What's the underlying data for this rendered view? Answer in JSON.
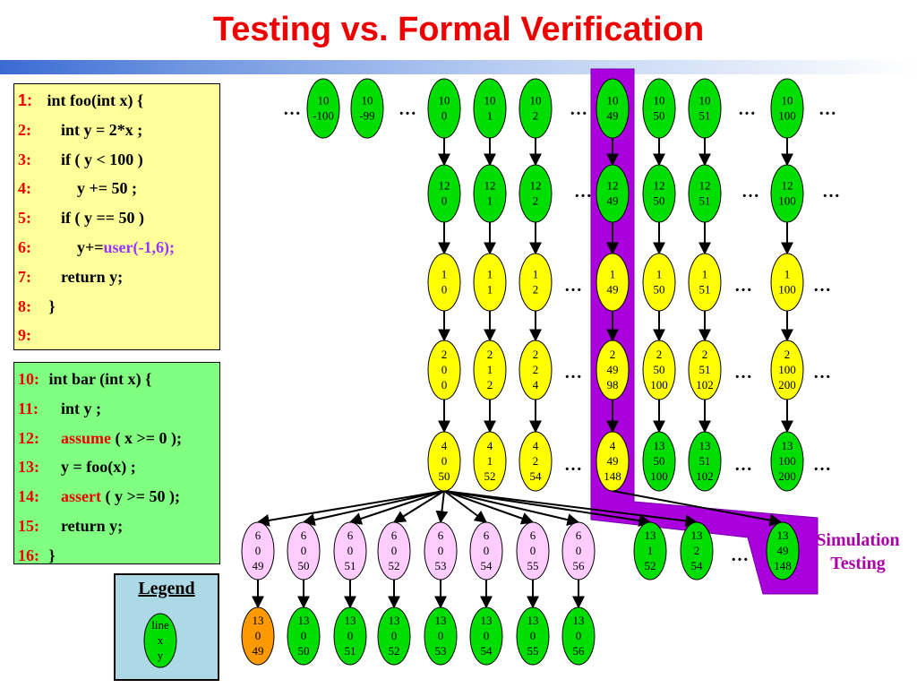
{
  "title": "Testing vs. Formal Verification",
  "foo_code": [
    {
      "num": "1:",
      "text": " int foo(int x) {"
    },
    {
      "num": "2:",
      "text": "    int y = 2*x ;"
    },
    {
      "num": "3:",
      "text": "    if ( y < 100 )"
    },
    {
      "num": "4:",
      "text": "        y += 50 ;"
    },
    {
      "num": "5:",
      "text": "    if ( y == 50 )"
    },
    {
      "num": "6:",
      "text": "        y+=",
      "highlight": "user(-1,6);",
      "hl_color": "purple"
    },
    {
      "num": "7:",
      "text": "    return y;"
    },
    {
      "num": "8:",
      "text": " }"
    },
    {
      "num": "9:",
      "text": ""
    }
  ],
  "bar_code": [
    {
      "num": "10:",
      "text": " int bar (int x) {"
    },
    {
      "num": "11:",
      "text": "    int y ;"
    },
    {
      "num": "12:",
      "text": "    ",
      "highlight": "assume",
      "hl_color": "red",
      "after": " ( x >= 0 );"
    },
    {
      "num": "13:",
      "text": "    y = foo(x) ;"
    },
    {
      "num": "14:",
      "text": "    ",
      "highlight": "assert",
      "hl_color": "red",
      "after": " ( y >= 50 );"
    },
    {
      "num": "15:",
      "text": "    return y;"
    },
    {
      "num": "16:",
      "text": " }"
    }
  ],
  "legend": {
    "title": "Legend",
    "node_lines": [
      "line",
      "x",
      "y"
    ]
  },
  "simulation_label": [
    "Simulation",
    "Testing"
  ],
  "colors": {
    "green": "#00dd00",
    "yellow": "#ffff00",
    "pink": "#ffccff",
    "orange": "#ff9900",
    "purple": "#aa00dd",
    "legend_bg": "#add8e6"
  },
  "graph": {
    "row1_nodes": [
      [
        "10",
        "-100"
      ],
      [
        "10",
        "-99"
      ],
      [
        "10",
        "0"
      ],
      [
        "10",
        "1"
      ],
      [
        "10",
        "2"
      ],
      [
        "10",
        "49"
      ],
      [
        "10",
        "50"
      ],
      [
        "10",
        "51"
      ],
      [
        "10",
        "100"
      ]
    ],
    "row2_nodes": [
      [
        "12",
        "0"
      ],
      [
        "12",
        "1"
      ],
      [
        "12",
        "2"
      ],
      [
        "12",
        "49"
      ],
      [
        "12",
        "50"
      ],
      [
        "12",
        "51"
      ],
      [
        "12",
        "100"
      ]
    ],
    "row3_nodes": [
      [
        "1",
        "0"
      ],
      [
        "1",
        "1"
      ],
      [
        "1",
        "2"
      ],
      [
        "1",
        "49"
      ],
      [
        "1",
        "50"
      ],
      [
        "1",
        "51"
      ],
      [
        "1",
        "100"
      ]
    ],
    "row4_nodes": [
      [
        "2",
        "0",
        "0"
      ],
      [
        "2",
        "1",
        "2"
      ],
      [
        "2",
        "2",
        "4"
      ],
      [
        "2",
        "49",
        "98"
      ],
      [
        "2",
        "50",
        "100"
      ],
      [
        "2",
        "51",
        "102"
      ],
      [
        "2",
        "100",
        "200"
      ]
    ],
    "row5_nodes": [
      [
        "4",
        "0",
        "50"
      ],
      [
        "4",
        "1",
        "52"
      ],
      [
        "4",
        "2",
        "54"
      ],
      [
        "4",
        "49",
        "148"
      ],
      [
        "13",
        "50",
        "100"
      ],
      [
        "13",
        "51",
        "102"
      ],
      [
        "13",
        "100",
        "200"
      ]
    ],
    "row6_nodes": [
      [
        "6",
        "0",
        "49"
      ],
      [
        "6",
        "0",
        "50"
      ],
      [
        "6",
        "0",
        "51"
      ],
      [
        "6",
        "0",
        "52"
      ],
      [
        "6",
        "0",
        "53"
      ],
      [
        "6",
        "0",
        "54"
      ],
      [
        "6",
        "0",
        "55"
      ],
      [
        "6",
        "0",
        "56"
      ],
      [
        "13",
        "1",
        "52"
      ],
      [
        "13",
        "2",
        "54"
      ],
      [
        "13",
        "49",
        "148"
      ]
    ],
    "row7_nodes": [
      [
        "13",
        "0",
        "49"
      ],
      [
        "13",
        "0",
        "50"
      ],
      [
        "13",
        "0",
        "51"
      ],
      [
        "13",
        "0",
        "52"
      ],
      [
        "13",
        "0",
        "53"
      ],
      [
        "13",
        "0",
        "54"
      ],
      [
        "13",
        "0",
        "55"
      ],
      [
        "13",
        "0",
        "56"
      ]
    ],
    "ellipsis": "…"
  }
}
